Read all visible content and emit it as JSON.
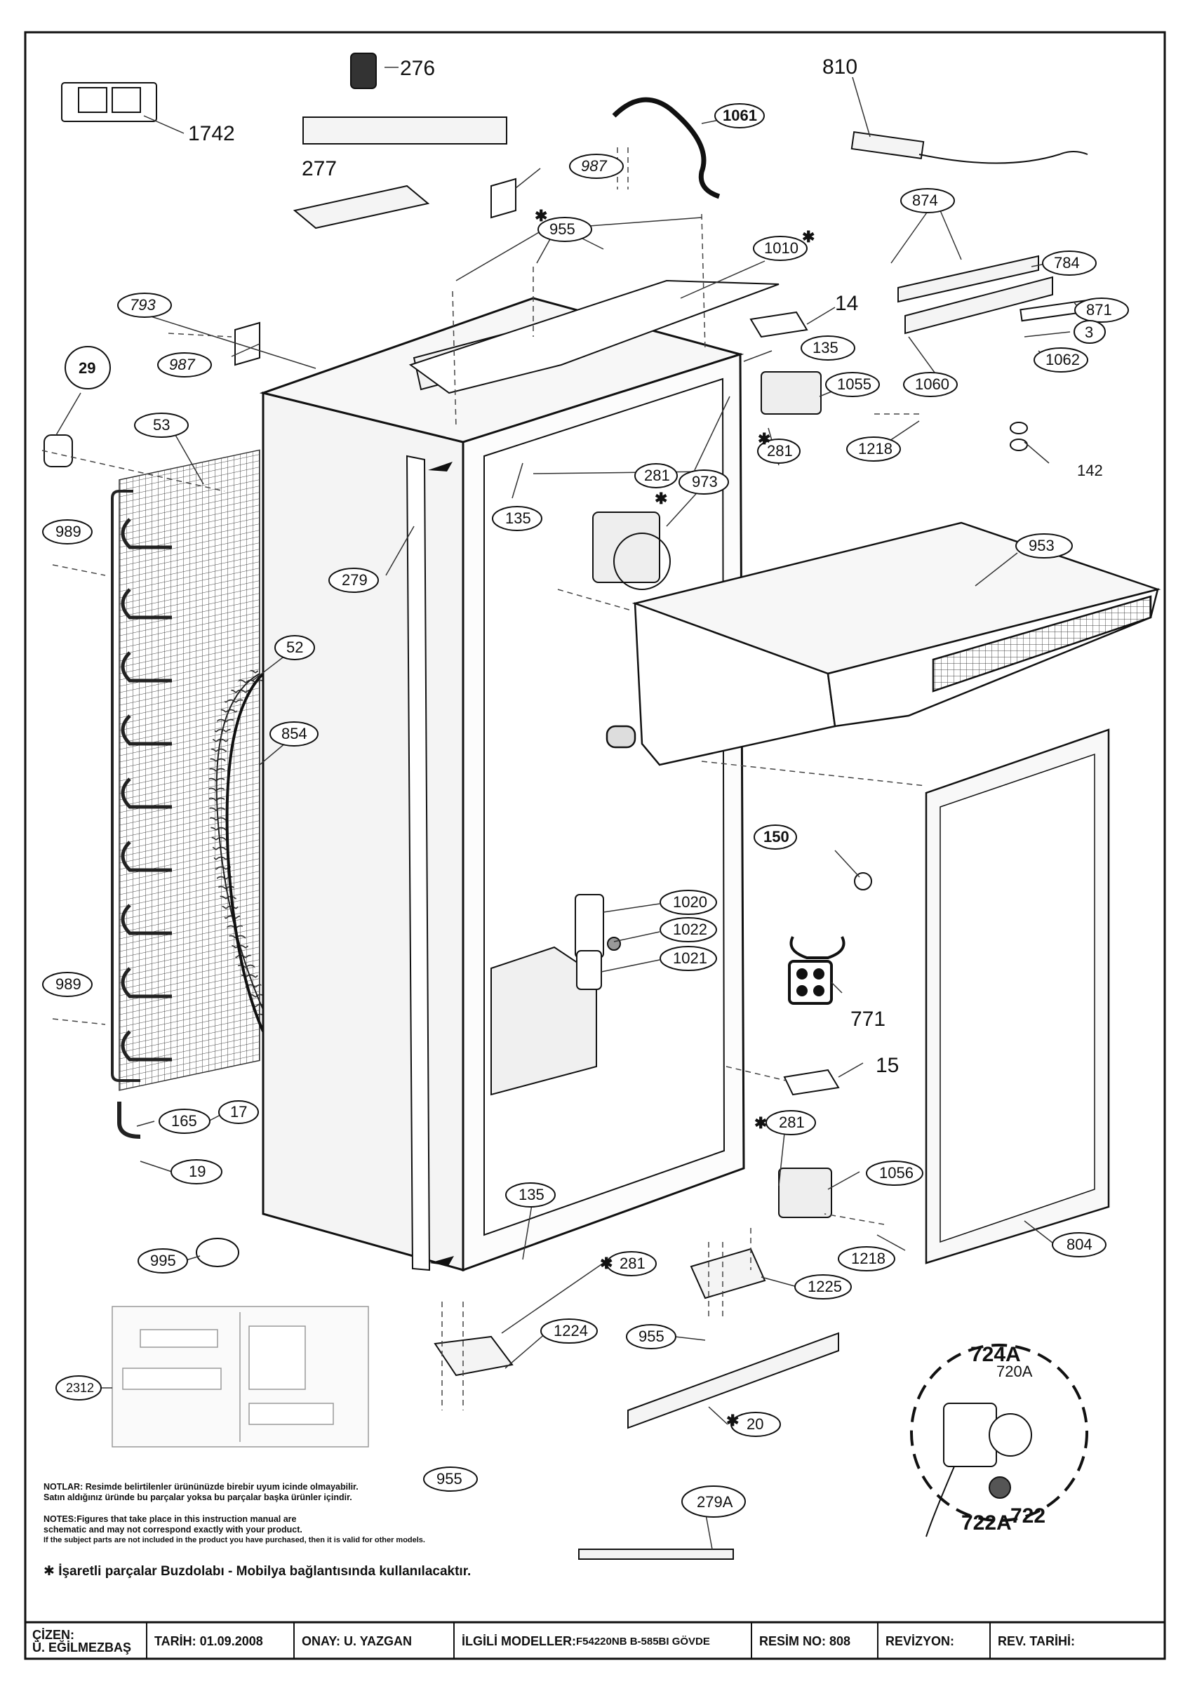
{
  "labels": {
    "p1742": "1742",
    "p276": "276",
    "p277": "277",
    "p810": "810",
    "p1061": "1061",
    "p987a": "987",
    "p987b": "987",
    "p955a": "955",
    "p874": "874",
    "p1010": "1010",
    "p784": "784",
    "p793": "793",
    "p14": "14",
    "p871": "871",
    "p3": "3",
    "p135a": "135",
    "p1062": "1062",
    "p29": "29",
    "p1060": "1060",
    "p1055": "1055",
    "p53": "53",
    "p1218a": "1218",
    "p281a": "281",
    "p281b": "281",
    "p142": "142",
    "p973": "973",
    "p135b": "135",
    "p989a": "989",
    "p953": "953",
    "p279": "279",
    "p52": "52",
    "p854": "854",
    "p150": "150",
    "p1020": "1020",
    "p1022": "1022",
    "p1021": "1021",
    "p771": "771",
    "p989b": "989",
    "p15": "15",
    "p165": "165",
    "p17": "17",
    "p281c": "281",
    "p19": "19",
    "p1056": "1056",
    "p135c": "135",
    "p1218b": "1218",
    "p804": "804",
    "p995": "995",
    "p281d": "281",
    "p1225": "1225",
    "p1224": "1224",
    "p955b": "955",
    "p2312": "2312",
    "p724A": "724A",
    "p720A": "720A",
    "p20": "20",
    "p955c": "955",
    "p279A": "279A",
    "p722A": "722A",
    "p722": "722"
  },
  "notes": {
    "tr_1": "NOTLAR: Resimde belirtilenler ürününüzde birebir  uyum icinde olmayabilir.",
    "tr_2": "Satın aldığınız üründe bu parçalar yoksa bu parçalar başka ürünler içindir.",
    "en_1": "NOTES:Figures that take place in this instruction manual are",
    "en_2": "schematic  and may not correspond exactly with your product.",
    "en_3": "If the subject parts are not included in the product you have purchased, then it is valid for other models.",
    "star_mark": "✱",
    "star_note": "İşaretli parçalar Buzdolabı - Mobilya bağlantısında kullanılacaktır."
  },
  "title_block": {
    "cizen_label": "ÇİZEN:",
    "cizen_value": "Ü. EĞİLMEZBAŞ",
    "tarih": "TARİH: 01.09.2008",
    "onay": "ONAY: U. YAZGAN",
    "ilgili_label": "İLGİLİ MODELLER:",
    "ilgili_value": "F54220NB B-585BI GÖVDE",
    "resim_no": "RESİM NO: 808",
    "revizyon": "REVİZYON:",
    "rev_tarihi": "REV. TARİHİ:"
  }
}
